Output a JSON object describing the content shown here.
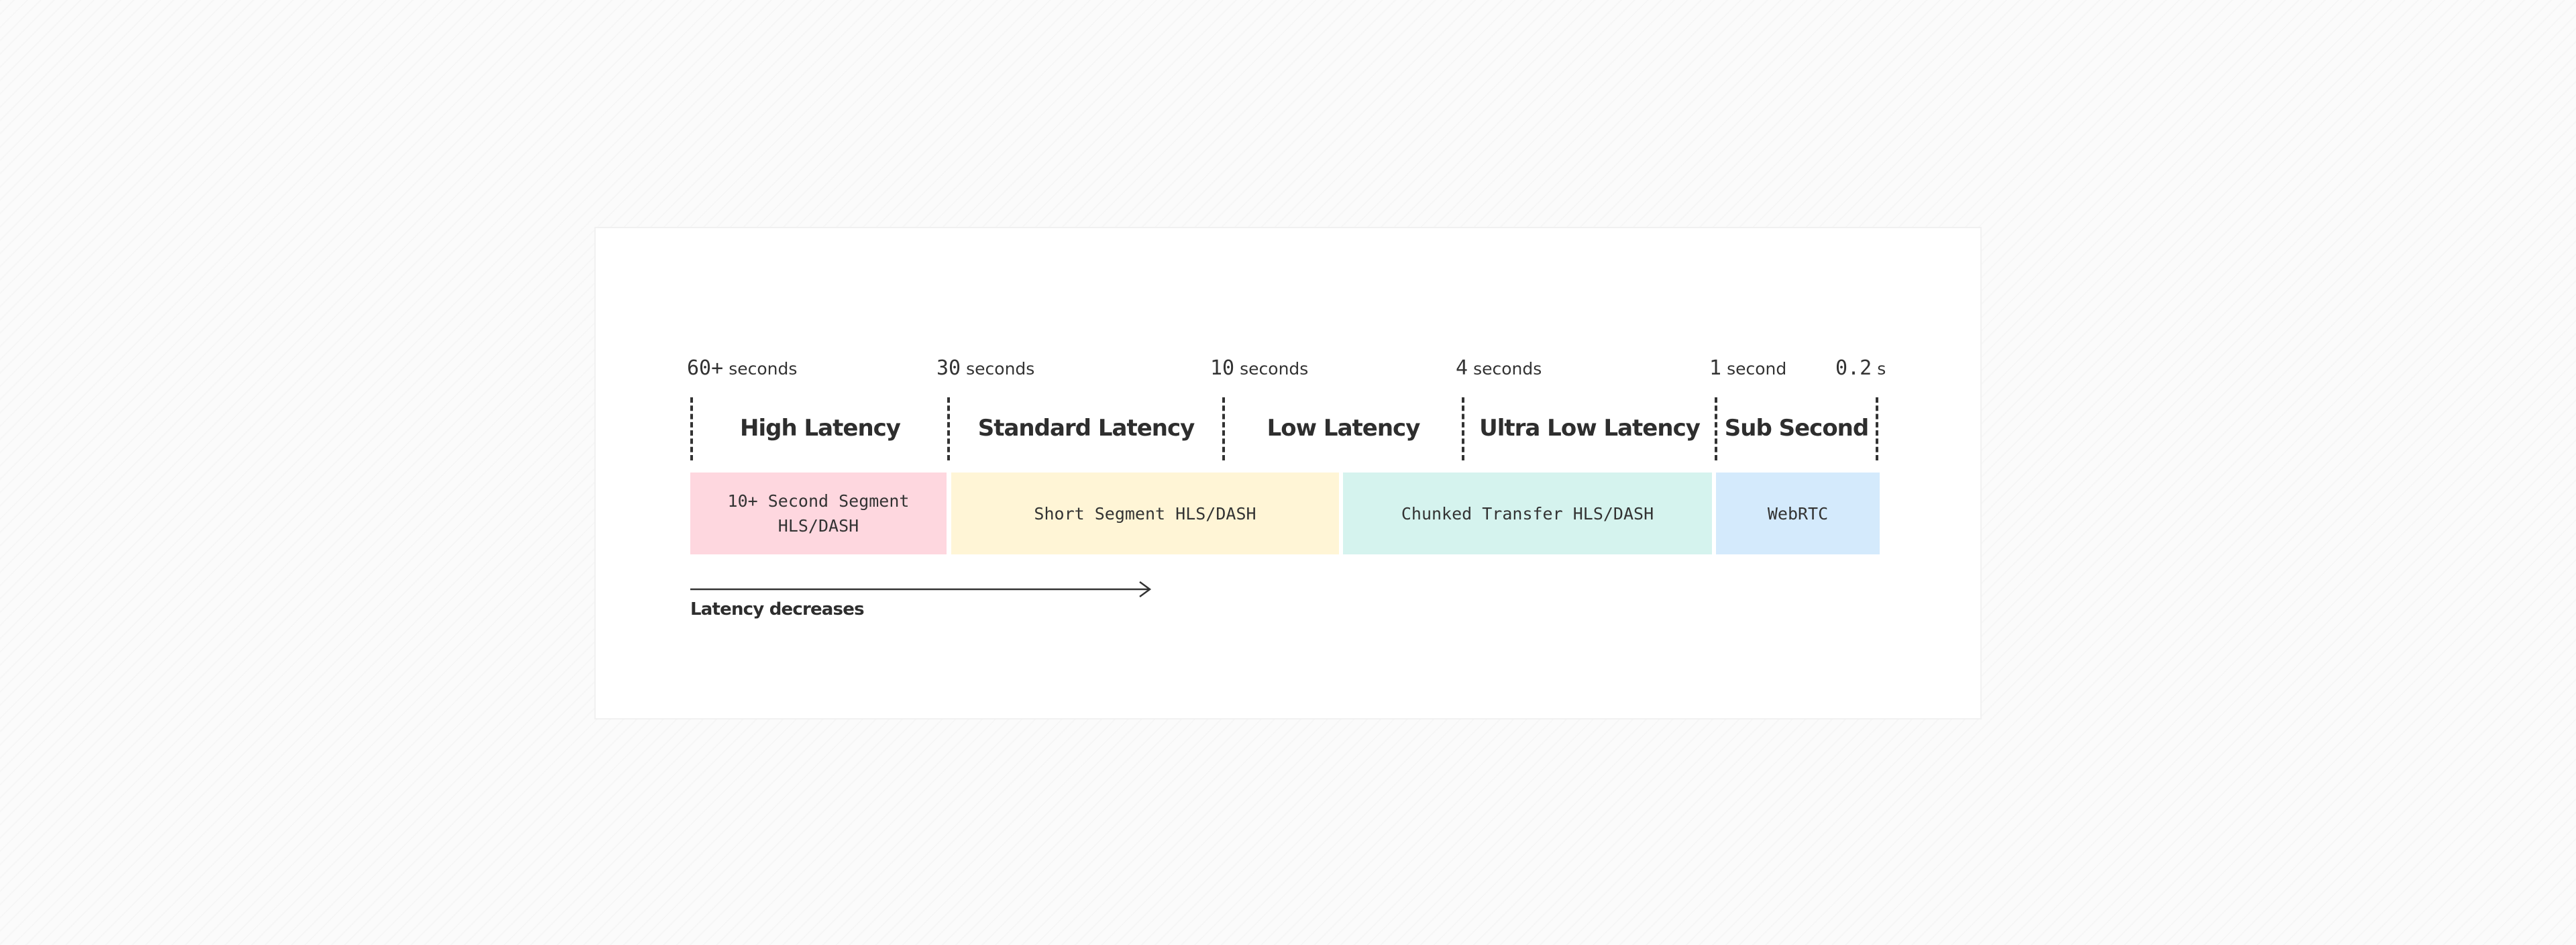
{
  "ticks": [
    {
      "value": "60+",
      "unit": "seconds"
    },
    {
      "value": "30",
      "unit": "seconds"
    },
    {
      "value": "10",
      "unit": "seconds"
    },
    {
      "value": "4",
      "unit": "seconds"
    },
    {
      "value": "1",
      "unit": "second"
    },
    {
      "value": "0.2",
      "unit": "s"
    }
  ],
  "zones": [
    {
      "label": "High Latency"
    },
    {
      "label": "Standard Latency"
    },
    {
      "label": "Low Latency"
    },
    {
      "label": "Ultra Low Latency"
    },
    {
      "label": "Sub Second"
    }
  ],
  "protocols": [
    {
      "lines": [
        "10+ Second Segment",
        "HLS/DASH"
      ],
      "color": "#fed7df"
    },
    {
      "lines": [
        "Short Segment HLS/DASH"
      ],
      "color": "#fff5d6"
    },
    {
      "lines": [
        "Chunked Transfer HLS/DASH"
      ],
      "color": "#d5f3ee"
    },
    {
      "lines": [
        "WebRTC"
      ],
      "color": "#d4eafc"
    }
  ],
  "arrow": {
    "caption": "Latency decreases"
  },
  "colors": {
    "ink": "#333333",
    "card": "#ffffff",
    "background": "#fbfbfb"
  }
}
